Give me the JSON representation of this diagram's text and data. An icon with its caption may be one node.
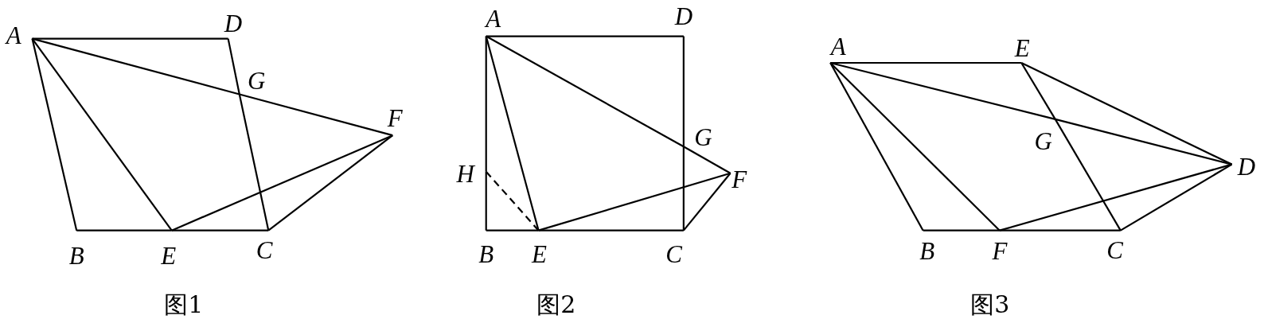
{
  "diagram": {
    "nodes": [
      {
        "text": [
          "A"
        ]
      },
      {
        "text": [
          "D"
        ]
      },
      {
        "text": [
          "G"
        ]
      },
      {
        "text": [
          "F"
        ]
      },
      {
        "text": [
          "B"
        ]
      },
      {
        "text": [
          "E"
        ]
      },
      {
        "text": [
          "C"
        ]
      },
      {
        "text": [
          "A"
        ]
      },
      {
        "text": [
          "D"
        ]
      },
      {
        "text": [
          "G"
        ]
      },
      {
        "text": [
          "H"
        ]
      },
      {
        "text": [
          "F"
        ]
      },
      {
        "text": [
          "B"
        ]
      },
      {
        "text": [
          "E"
        ]
      },
      {
        "text": [
          "C"
        ]
      },
      {
        "text": [
          "A"
        ]
      },
      {
        "text": [
          "E"
        ]
      },
      {
        "text": [
          "G"
        ]
      },
      {
        "text": [
          "D"
        ]
      },
      {
        "text": [
          "B"
        ]
      },
      {
        "text": [
          "F"
        ]
      },
      {
        "text": [
          "C"
        ]
      }
    ],
    "edges": [
      {
        "from": 0,
        "to": 1,
        "arrow": "none"
      },
      {
        "from": 0,
        "to": 4,
        "arrow": "none"
      },
      {
        "from": 0,
        "to": 5,
        "arrow": "none"
      },
      {
        "from": 0,
        "to": 2,
        "arrow": "none"
      },
      {
        "from": 2,
        "to": 3,
        "arrow": "none"
      },
      {
        "from": 1,
        "to": 2,
        "arrow": "none"
      },
      {
        "from": 2,
        "to": 6,
        "arrow": "none"
      },
      {
        "from": 4,
        "to": 5,
        "arrow": "none"
      },
      {
        "from": 5,
        "to": 6,
        "arrow": "none"
      },
      {
        "from": 5,
        "to": 3,
        "arrow": "none"
      },
      {
        "from": 6,
        "to": 3,
        "arrow": "none"
      },
      {
        "from": 7,
        "to": 8,
        "arrow": "none"
      },
      {
        "from": 8,
        "to": 9,
        "arrow": "none"
      },
      {
        "from": 9,
        "to": 14,
        "arrow": "none"
      },
      {
        "from": 7,
        "to": 10,
        "arrow": "none"
      },
      {
        "from": 10,
        "to": 12,
        "arrow": "none"
      },
      {
        "from": 12,
        "to": 13,
        "arrow": "none"
      },
      {
        "from": 13,
        "to": 14,
        "arrow": "none"
      },
      {
        "from": 7,
        "to": 13,
        "arrow": "none"
      },
      {
        "from": 7,
        "to": 9,
        "arrow": "none"
      },
      {
        "from": 9,
        "to": 11,
        "arrow": "none"
      },
      {
        "from": 13,
        "to": 11,
        "arrow": "none"
      },
      {
        "from": 14,
        "to": 11,
        "arrow": "none"
      },
      {
        "from": 10,
        "to": 13,
        "arrow": "none",
        "style": "dashed"
      },
      {
        "from": 15,
        "to": 16,
        "arrow": "none"
      },
      {
        "from": 15,
        "to": 19,
        "arrow": "none"
      },
      {
        "from": 15,
        "to": 20,
        "arrow": "none"
      },
      {
        "from": 15,
        "to": 17,
        "arrow": "none"
      },
      {
        "from": 17,
        "to": 18,
        "arrow": "none"
      },
      {
        "from": 16,
        "to": 17,
        "arrow": "none"
      },
      {
        "from": 17,
        "to": 21,
        "arrow": "none"
      },
      {
        "from": 16,
        "to": 18,
        "arrow": "none"
      },
      {
        "from": 19,
        "to": 20,
        "arrow": "none"
      },
      {
        "from": 20,
        "to": 21,
        "arrow": "none"
      },
      {
        "from": 20,
        "to": 18,
        "arrow": "none"
      },
      {
        "from": 21,
        "to": 18,
        "arrow": "none"
      }
    ],
    "labels": [
      "图1",
      "图2",
      "图3"
    ]
  }
}
